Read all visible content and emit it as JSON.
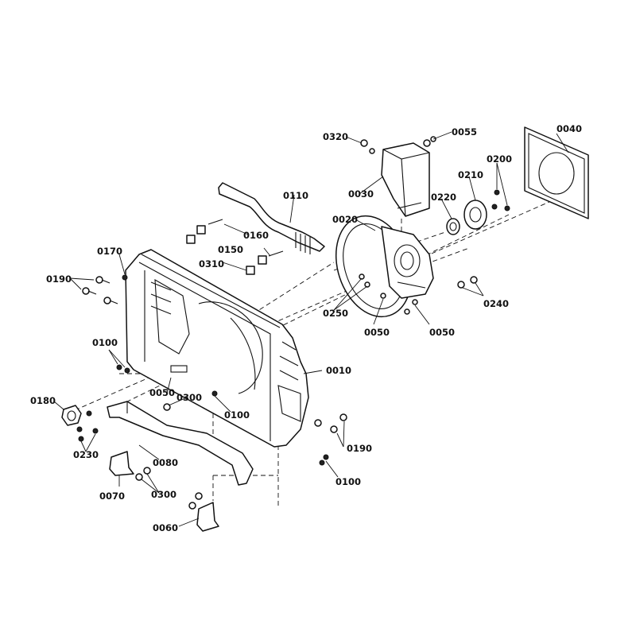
{
  "callouts": {
    "c0010": "0010",
    "c0020": "0020",
    "c0030": "0030",
    "c0040": "0040",
    "c0050a": "0050",
    "c0050b": "0050",
    "c0050c": "0050",
    "c0055": "0055",
    "c0060": "0060",
    "c0070": "0070",
    "c0080": "0080",
    "c0100a": "0100",
    "c0100b": "0100",
    "c0100c": "0100",
    "c0110": "0110",
    "c0150": "0150",
    "c0160": "0160",
    "c0170": "0170",
    "c0180": "0180",
    "c0190a": "0190",
    "c0190b": "0190",
    "c0200": "0200",
    "c0210": "0210",
    "c0220": "0220",
    "c0230": "0230",
    "c0240": "0240",
    "c0250": "0250",
    "c0300a": "0300",
    "c0300b": "0300",
    "c0310": "0310",
    "c0320": "0320"
  }
}
